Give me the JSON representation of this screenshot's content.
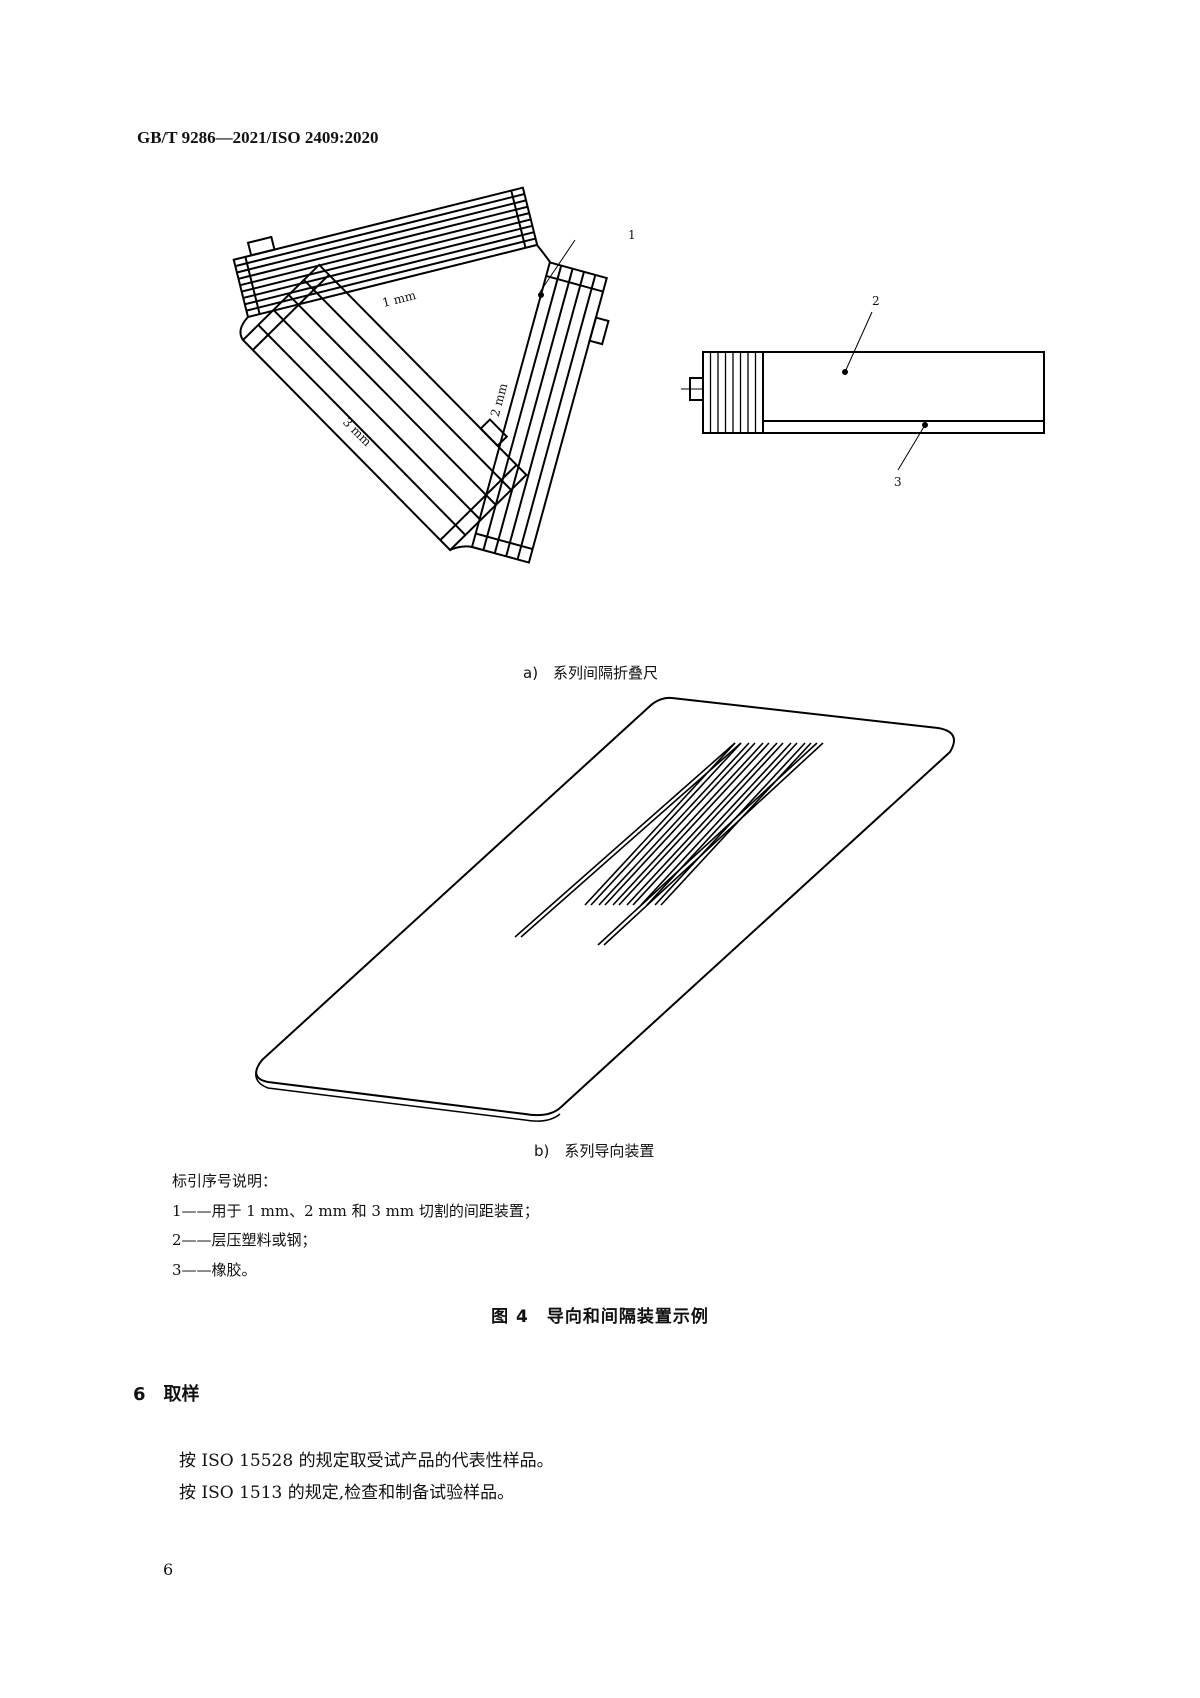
{
  "header": {
    "standard_code": "GB/T 9286—2021/ISO 2409:2020"
  },
  "figure_a": {
    "labels": {
      "strip_1mm": "1 mm",
      "strip_2mm": "2 mm",
      "strip_3mm": "3 mm",
      "callout_1": "1",
      "callout_2": "2",
      "callout_3": "3"
    },
    "caption": "a)　系列间隔折叠尺"
  },
  "figure_b": {
    "caption": "b)　系列导向装置"
  },
  "legend": {
    "title": "标引序号说明：",
    "items": [
      "1——用于 1 mm、2 mm 和 3 mm 切割的间距装置；",
      "2——层压塑料或钢；",
      "3——橡胶。"
    ]
  },
  "figure_title": "图 4　导向和间隔装置示例",
  "section": {
    "heading": "6　取样",
    "paragraphs": [
      "按 ISO 15528 的规定取受试产品的代表性样品。",
      "按 ISO 1513 的规定,检查和制备试验样品。"
    ]
  },
  "page_number": "6"
}
